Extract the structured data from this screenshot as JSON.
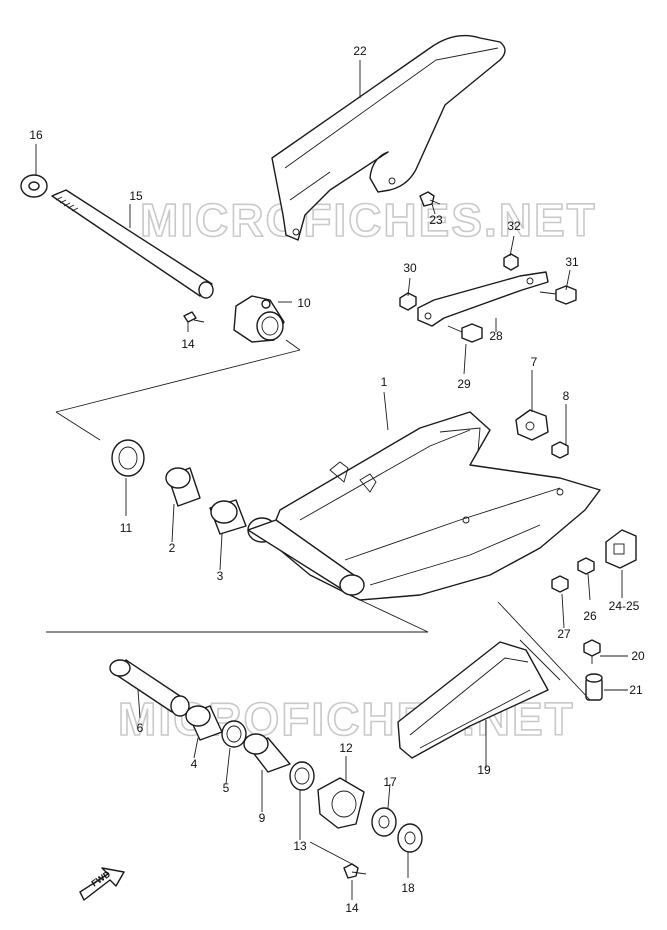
{
  "watermarks": [
    "MICROFICHES.NET",
    "MICROFICHES.NET"
  ],
  "fwd_label": "FWD",
  "callouts": [
    "22",
    "16",
    "15",
    "10",
    "14",
    "23",
    "32",
    "30",
    "31",
    "28",
    "29",
    "7",
    "1",
    "8",
    "11",
    "2",
    "3",
    "26",
    "24-25",
    "27",
    "20",
    "21",
    "6",
    "4",
    "5",
    "9",
    "12",
    "13",
    "17",
    "18",
    "19",
    "14"
  ]
}
